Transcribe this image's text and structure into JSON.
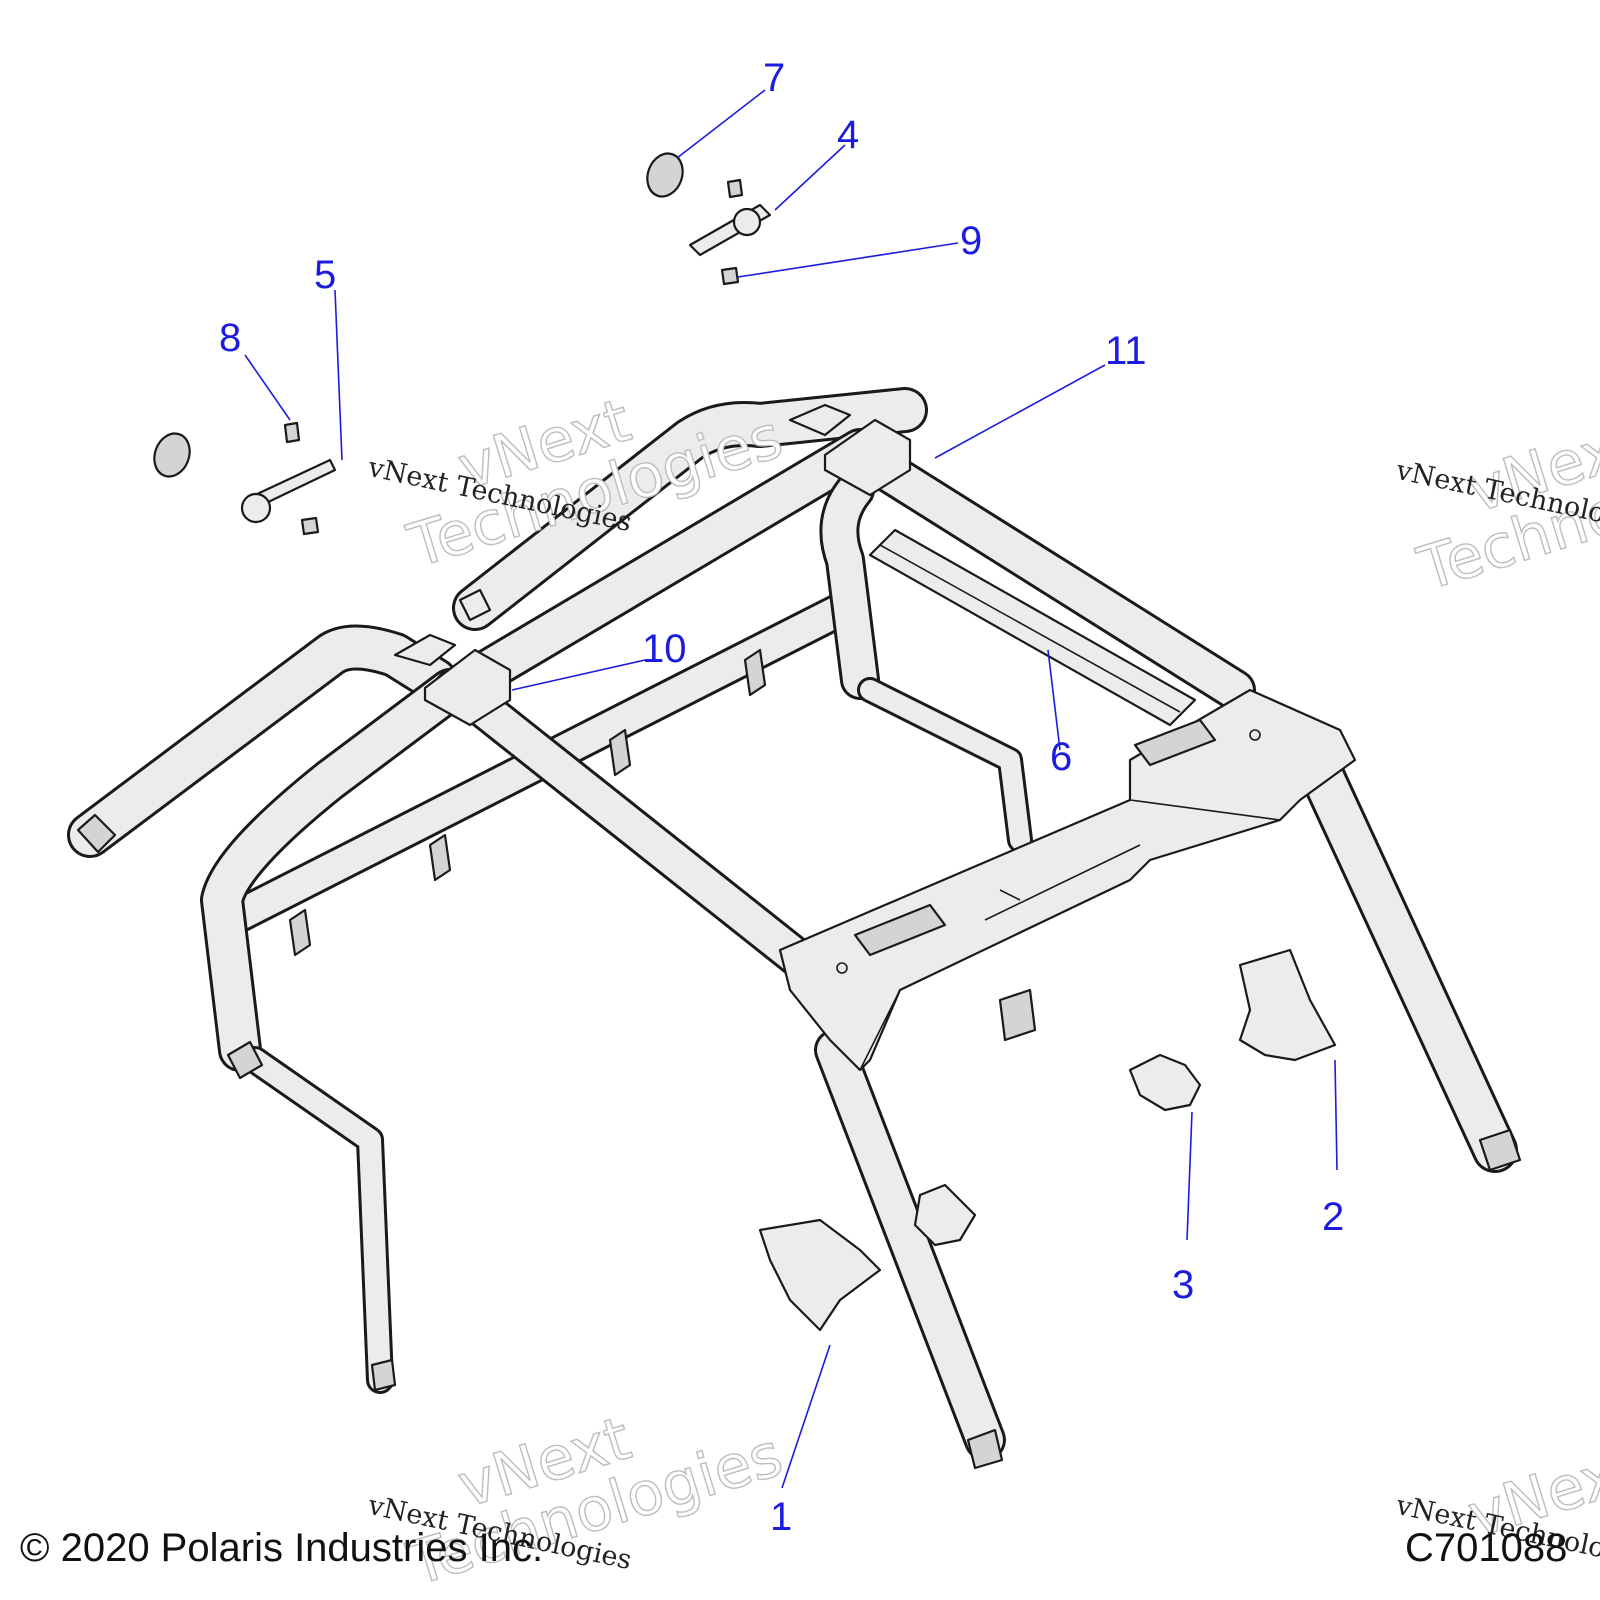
{
  "diagram": {
    "callouts": [
      {
        "id": "c1",
        "label": "1"
      },
      {
        "id": "c2",
        "label": "2"
      },
      {
        "id": "c3",
        "label": "3"
      },
      {
        "id": "c4",
        "label": "4"
      },
      {
        "id": "c5",
        "label": "5"
      },
      {
        "id": "c6",
        "label": "6"
      },
      {
        "id": "c7",
        "label": "7"
      },
      {
        "id": "c8",
        "label": "8"
      },
      {
        "id": "c9",
        "label": "9"
      },
      {
        "id": "c10",
        "label": "10"
      },
      {
        "id": "c11",
        "label": "11"
      }
    ],
    "callout_color": "#1c1ce0"
  },
  "watermark": {
    "line_text": "vNext Technologies",
    "big_line1": "vNext",
    "big_line2": "Technologies"
  },
  "footer": {
    "copyright": "© 2020 Polaris Industries Inc.",
    "figure_code": "C701088"
  }
}
